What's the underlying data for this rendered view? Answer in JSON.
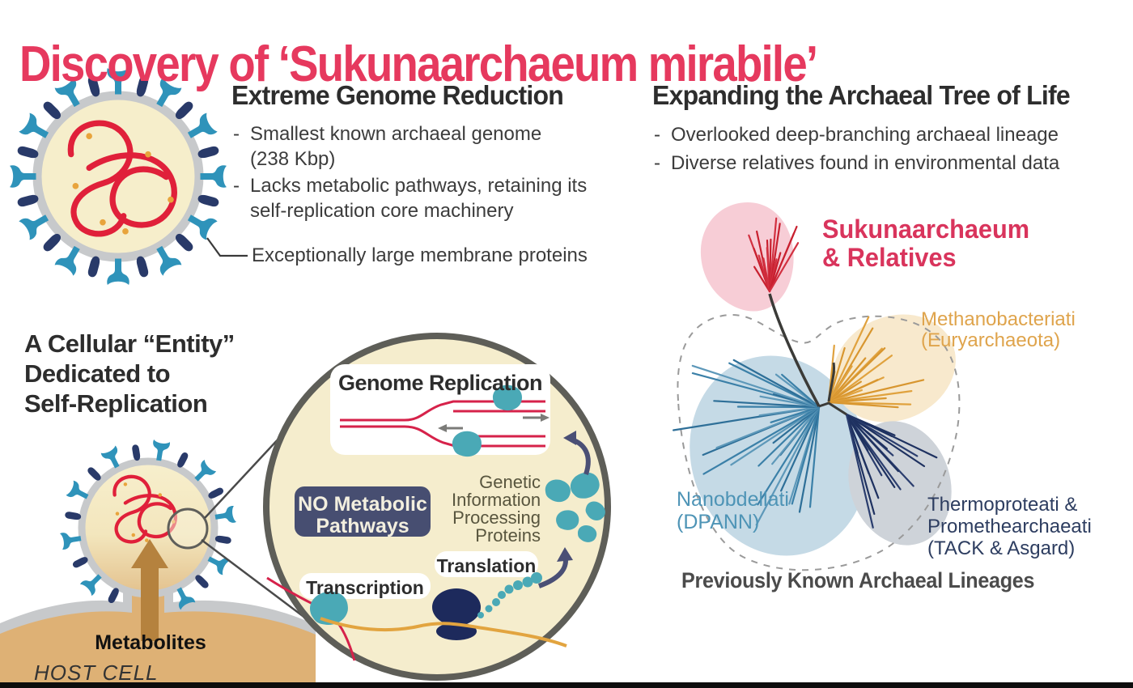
{
  "title": "Discovery of ‘Sukunaarchaeum mirabile’",
  "bullet_char": "-",
  "colors": {
    "accent_red": "#e6395e",
    "cluster_red": "#c8202f",
    "cluster_blue": "#3b80a8",
    "cluster_orange": "#e0a23e",
    "cluster_navy": "#1e3160",
    "cell_fill": "#f6eecb",
    "membrane_gray": "#c7c9cb",
    "host_tan": "#deb175"
  },
  "sections": {
    "genome_reduction": {
      "heading": "Extreme Genome Reduction",
      "bullets": [
        {
          "lines": [
            "Smallest known archaeal genome",
            "(238 Kbp)"
          ]
        },
        {
          "lines": [
            "Lacks metabolic pathways, retaining its",
            "self-replication core machinery"
          ]
        }
      ],
      "callout": "Exceptionally large membrane proteins"
    },
    "tree_of_life": {
      "heading": "Expanding the Archaeal Tree of Life",
      "bullets": [
        {
          "lines": [
            "Overlooked deep-branching archaeal lineage"
          ]
        },
        {
          "lines": [
            "Diverse relatives found in environmental data"
          ]
        }
      ]
    },
    "cellular_entity": {
      "heading_lines": [
        "A Cellular “Entity”",
        "Dedicated to",
        "Self-Replication"
      ]
    }
  },
  "cycle_diagram": {
    "genome_replication_label": "Genome Replication",
    "no_metabolic_lines": [
      "NO Metabolic",
      "Pathways"
    ],
    "gip_lines": [
      "Genetic",
      "Information",
      "Processing",
      "Proteins"
    ],
    "translation_label": "Translation",
    "transcription_label": "Transcription"
  },
  "host": {
    "metabolites_label": "Metabolites",
    "host_cell_label": "HOST CELL"
  },
  "tree": {
    "sukunaarchaeum_lines": [
      "Sukunaarchaeum",
      "& Relatives"
    ],
    "methanobacteriati_lines": [
      "Methanobacteriati",
      "(Euryarchaeota)"
    ],
    "nanobdellati_lines": [
      "Nanobdellati",
      "(DPANN)"
    ],
    "thermoproteati_lines": [
      "Thermoproteati &",
      "Promethearchaeati",
      "(TACK & Asgard)"
    ],
    "caption": "Previously Known Archaeal Lineages"
  }
}
